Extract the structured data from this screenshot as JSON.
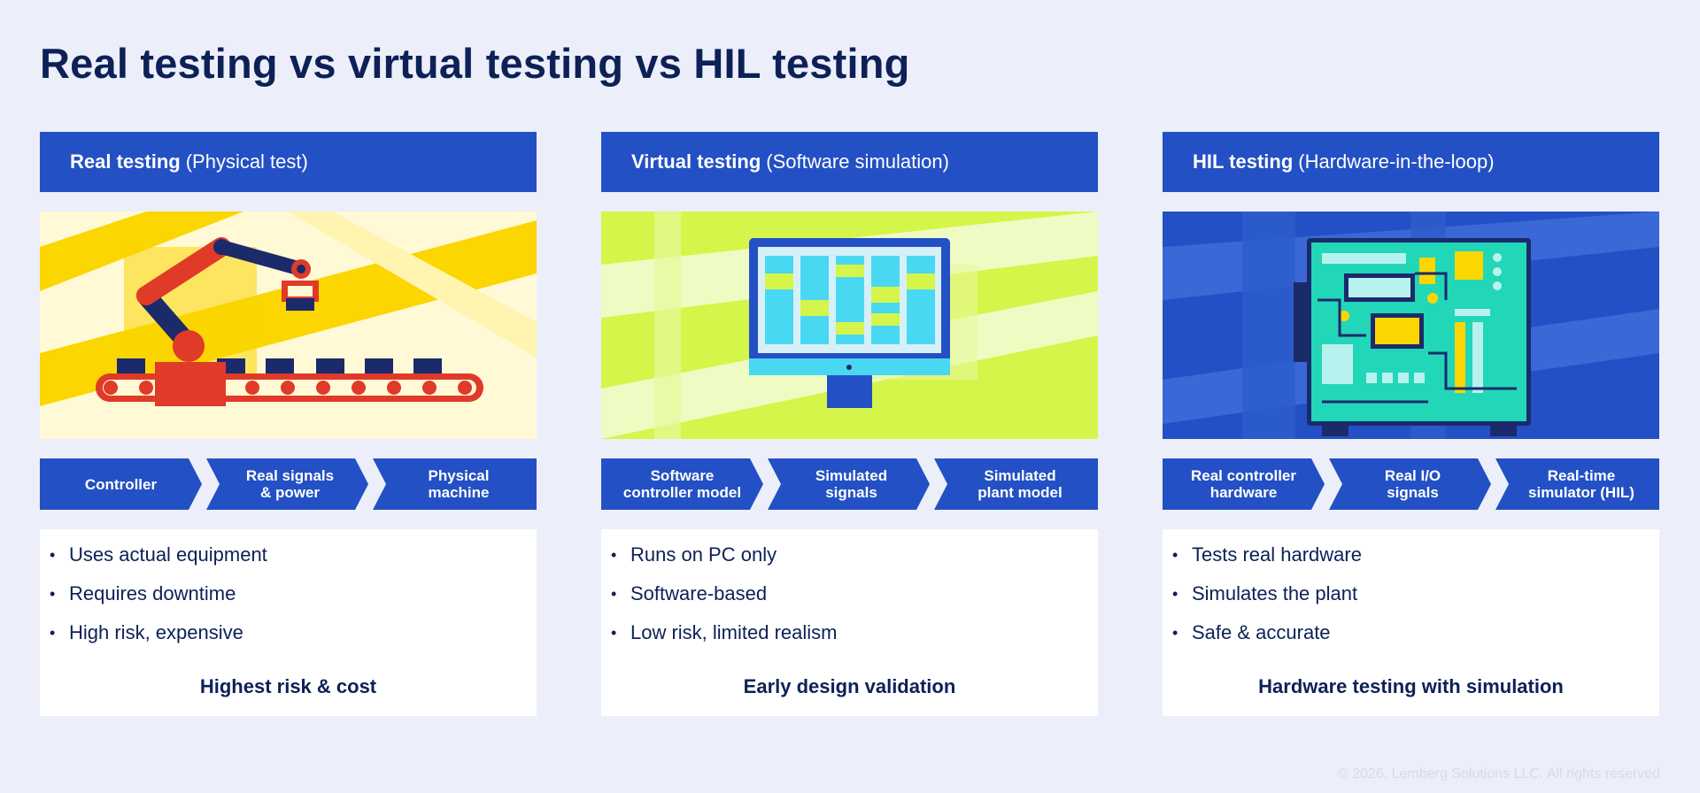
{
  "title": "Real testing vs virtual testing vs HIL testing",
  "columns": [
    {
      "name": "Real testing",
      "subtitle": "(Physical test)",
      "steps": [
        {
          "line1": "Controller",
          "line2": ""
        },
        {
          "line1": "Real signals",
          "line2": "& power"
        },
        {
          "line1": "Physical",
          "line2": "machine"
        }
      ],
      "bullets": [
        "Uses actual equipment",
        "Requires downtime",
        "High risk, expensive"
      ],
      "summary": "Highest risk & cost"
    },
    {
      "name": "Virtual testing",
      "subtitle": "(Software simulation)",
      "steps": [
        {
          "line1": "Software",
          "line2": "controller model"
        },
        {
          "line1": "Simulated",
          "line2": "signals"
        },
        {
          "line1": "Simulated",
          "line2": "plant model"
        }
      ],
      "bullets": [
        "Runs on PC only",
        "Software-based",
        "Low risk, limited realism"
      ],
      "summary": "Early design validation"
    },
    {
      "name": "HIL testing",
      "subtitle": "(Hardware-in-the-loop)",
      "steps": [
        {
          "line1": "Real controller",
          "line2": "hardware"
        },
        {
          "line1": "Real I/O",
          "line2": "signals"
        },
        {
          "line1": "Real-time",
          "line2": "simulator (HIL)"
        }
      ],
      "bullets": [
        "Tests real hardware",
        "Simulates the plant",
        "Safe & accurate"
      ],
      "summary": "Hardware testing with simulation"
    }
  ],
  "illustrations": [
    "robot-arm-conveyor-illustration",
    "computer-monitor-illustration",
    "circuit-board-illustration"
  ],
  "colors": {
    "primary": "#2350c4",
    "text": "#0d2157",
    "background": "#eceff9"
  },
  "footer": "© 2026, Lemberg Solutions LLC. All rights reserved"
}
